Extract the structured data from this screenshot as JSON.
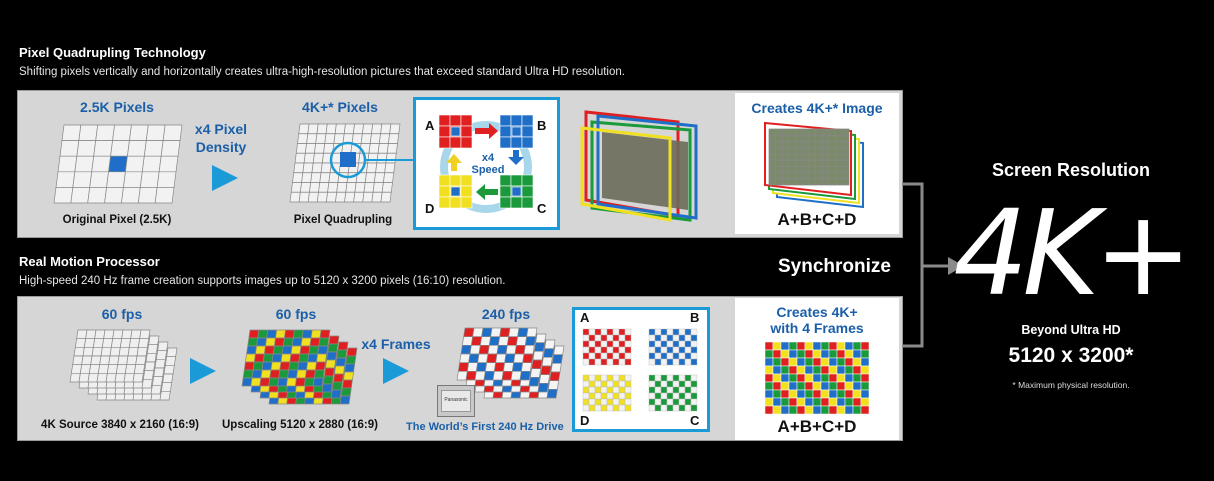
{
  "top": {
    "title": "Pixel Quadrupling Technology",
    "subtitle": "Shifting pixels vertically and horizontally creates ultra-high-resolution pictures that exceed standard Ultra HD resolution.",
    "label_25k": "2.5K Pixels",
    "caption_original": "Original Pixel (2.5K)",
    "x4_density": "x4 Pixel\nDensity",
    "label_4k": "4K+* Pixels",
    "caption_quad": "Pixel Quadrupling",
    "quad_a": "A",
    "quad_b": "B",
    "quad_c": "C",
    "quad_d": "D",
    "quad_speed": "x4\nSpeed",
    "creates_title": "Creates 4K+* Image",
    "formula": "A+B+C+D"
  },
  "bottom": {
    "title": "Real Motion Processor",
    "subtitle": "High-speed 240 Hz frame creation supports images up to 5120 x 3200 pixels (16:10) resolution.",
    "fps1": "60 fps",
    "caption_source": "4K Source 3840 x 2160 (16:9)",
    "fps2": "60 fps",
    "caption_upscale": "Upscaling 5120 x 2880 (16:9)",
    "x4_frames": "x4 Frames",
    "fps3": "240 fps",
    "drive_caption": "The World’s First 240 Hz Drive",
    "chip_label": "Panasonic",
    "frame_a": "A",
    "frame_b": "B",
    "frame_c": "C",
    "frame_d": "D",
    "creates_title": "Creates 4K+\nwith 4 Frames",
    "formula": "A+B+C+D"
  },
  "synchronize": "Synchronize",
  "right": {
    "screen_resolution": "Screen Resolution",
    "big_text": "4K+",
    "beyond": "Beyond Ultra HD",
    "resolution": "5120 x 3200*",
    "footnote": "* Maximum physical resolution."
  },
  "colors": {
    "blue_label": "#1a5fa8",
    "arrow_blue": "#1a9ad6",
    "red": "#e02020",
    "green": "#1a9a3a",
    "yellow": "#f0e020",
    "blue": "#1f6fc8"
  }
}
